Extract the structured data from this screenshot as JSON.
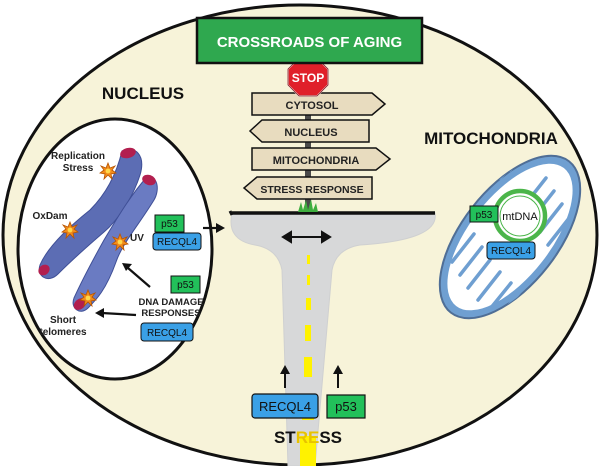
{
  "title": "CROSSROADS OF AGING",
  "stop_sign": "STOP",
  "signpost": {
    "signs": [
      "CYTOSOL",
      "NUCLEUS",
      "MITOCHONDRIA",
      "STRESS RESPONSE"
    ]
  },
  "nucleus": {
    "heading": "NUCLEUS",
    "labels": {
      "replication_stress": [
        "Replication",
        "Stress"
      ],
      "oxdam": "OxDam",
      "uv": "UV",
      "short_telomeres": [
        "Short",
        "telomeres"
      ],
      "ddr": [
        "DNA DAMAGE",
        "RESPONSES"
      ]
    },
    "badges": {
      "p53_top": "p53",
      "recql4_top": "RECQL4",
      "p53_ddr": "p53",
      "recql4_ddr": "RECQL4"
    }
  },
  "mitochondria": {
    "heading": "MITOCHONDRIA",
    "mtdna": "mtDNA",
    "badges": {
      "p53": "p53",
      "recql4": "RECQL4"
    }
  },
  "road": {
    "label_st": "ST",
    "label_re": "RE",
    "label_ss": "SS",
    "badges": {
      "recql4": "RECQL4",
      "p53": "p53"
    }
  },
  "colors": {
    "cell_fill": "#f7f3d9",
    "title_green": "#2fa84f",
    "badge_green": "#22c05a",
    "badge_blue": "#3aa0e6",
    "road_gray": "#d7d8d9",
    "lane_yellow": "#fff200",
    "sign_tan": "#e8dcbf",
    "stop_red": "#e0202a",
    "chromosome": "#5c6db4",
    "telomere": "#b21f4f",
    "mito_blue": "#6f9fd1",
    "mtdna_green": "#4bb54a"
  }
}
